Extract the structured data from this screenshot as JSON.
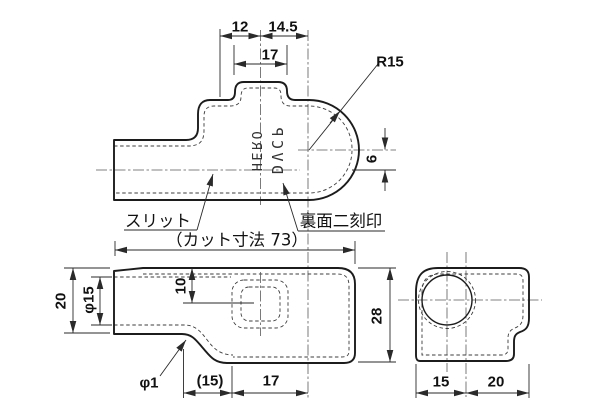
{
  "colors": {
    "line": "#1c1c1c",
    "background": "#ffffff",
    "dim_line": "#2a2a2a"
  },
  "top_view": {
    "dim_width_left": "12",
    "dim_width_right": "14.5",
    "dim_tab_width": "17",
    "radius_label": "R15",
    "dim_center_offset": "6",
    "slit_label": "スリット",
    "stamp_note_label": "裏面二刻印",
    "stamp_text_1": "HERO",
    "stamp_text_2": "DVCP"
  },
  "front_view": {
    "cut_length_label": "（カット寸法 73）",
    "dim_arm_height": "20",
    "dim_bore": "φ15",
    "dim_window_offset": "10",
    "dim_body_height": "28",
    "dim_fillet_radius": "φ1",
    "dim_ref_width": "(15)",
    "dim_step_width": "17"
  },
  "side_view": {
    "dim_width_left": "15",
    "dim_width_right": "20"
  }
}
